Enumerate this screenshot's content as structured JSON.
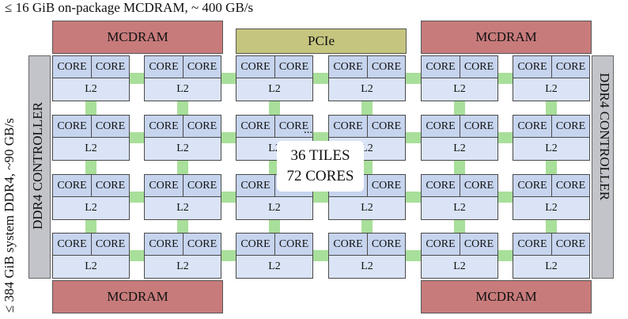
{
  "caption_top": "≤ 16 GiB on-package MCDRAM, ~ 400 GB/s",
  "caption_side": "≤ 384 GiB system DDR4, ~90 GB/s",
  "mcdram_label": "MCDRAM",
  "pcie_label": "PCIe",
  "ddr_controller_label": "DDR4 CONTROLLER",
  "core_label": "CORE",
  "l2_label": "L2",
  "ellipsis": "...",
  "summary": {
    "tiles": "36 TILES",
    "cores": "72 CORES"
  },
  "colors": {
    "mcdram": "#c87b7b",
    "pcie": "#c5c57f",
    "ddr_controller": "#c2c4c9",
    "core": "#c6d4ee",
    "l2": "#dae4f6",
    "interconnect": "#a8df9a"
  }
}
